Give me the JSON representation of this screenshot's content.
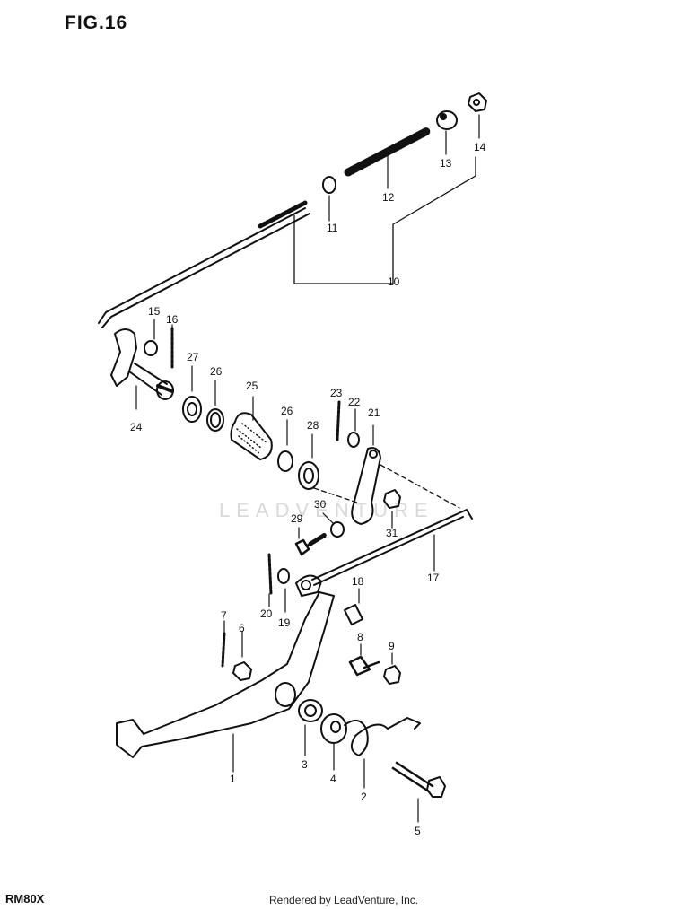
{
  "figure": {
    "title": "FIG.16",
    "model": "RM80X"
  },
  "footer": {
    "credit": "Rendered by LeadVenture, Inc."
  },
  "watermark": "LEADVENTURE",
  "callouts": [
    {
      "id": "c1",
      "label": "1"
    },
    {
      "id": "c2",
      "label": "2"
    },
    {
      "id": "c3",
      "label": "3"
    },
    {
      "id": "c4",
      "label": "4"
    },
    {
      "id": "c5",
      "label": "5"
    },
    {
      "id": "c6",
      "label": "6"
    },
    {
      "id": "c7",
      "label": "7"
    },
    {
      "id": "c8",
      "label": "8"
    },
    {
      "id": "c9",
      "label": "9"
    },
    {
      "id": "c10",
      "label": "10"
    },
    {
      "id": "c11",
      "label": "11"
    },
    {
      "id": "c12",
      "label": "12"
    },
    {
      "id": "c13",
      "label": "13"
    },
    {
      "id": "c14",
      "label": "14"
    },
    {
      "id": "c15",
      "label": "15"
    },
    {
      "id": "c16",
      "label": "16"
    },
    {
      "id": "c17",
      "label": "17"
    },
    {
      "id": "c18",
      "label": "18"
    },
    {
      "id": "c19",
      "label": "19"
    },
    {
      "id": "c20",
      "label": "20"
    },
    {
      "id": "c21",
      "label": "21"
    },
    {
      "id": "c22",
      "label": "22"
    },
    {
      "id": "c23",
      "label": "23"
    },
    {
      "id": "c24",
      "label": "24"
    },
    {
      "id": "c25",
      "label": "25"
    },
    {
      "id": "c26a",
      "label": "26"
    },
    {
      "id": "c26b",
      "label": "26"
    },
    {
      "id": "c27",
      "label": "27"
    },
    {
      "id": "c28",
      "label": "28"
    },
    {
      "id": "c29",
      "label": "29"
    },
    {
      "id": "c30",
      "label": "30"
    },
    {
      "id": "c31",
      "label": "31"
    }
  ]
}
